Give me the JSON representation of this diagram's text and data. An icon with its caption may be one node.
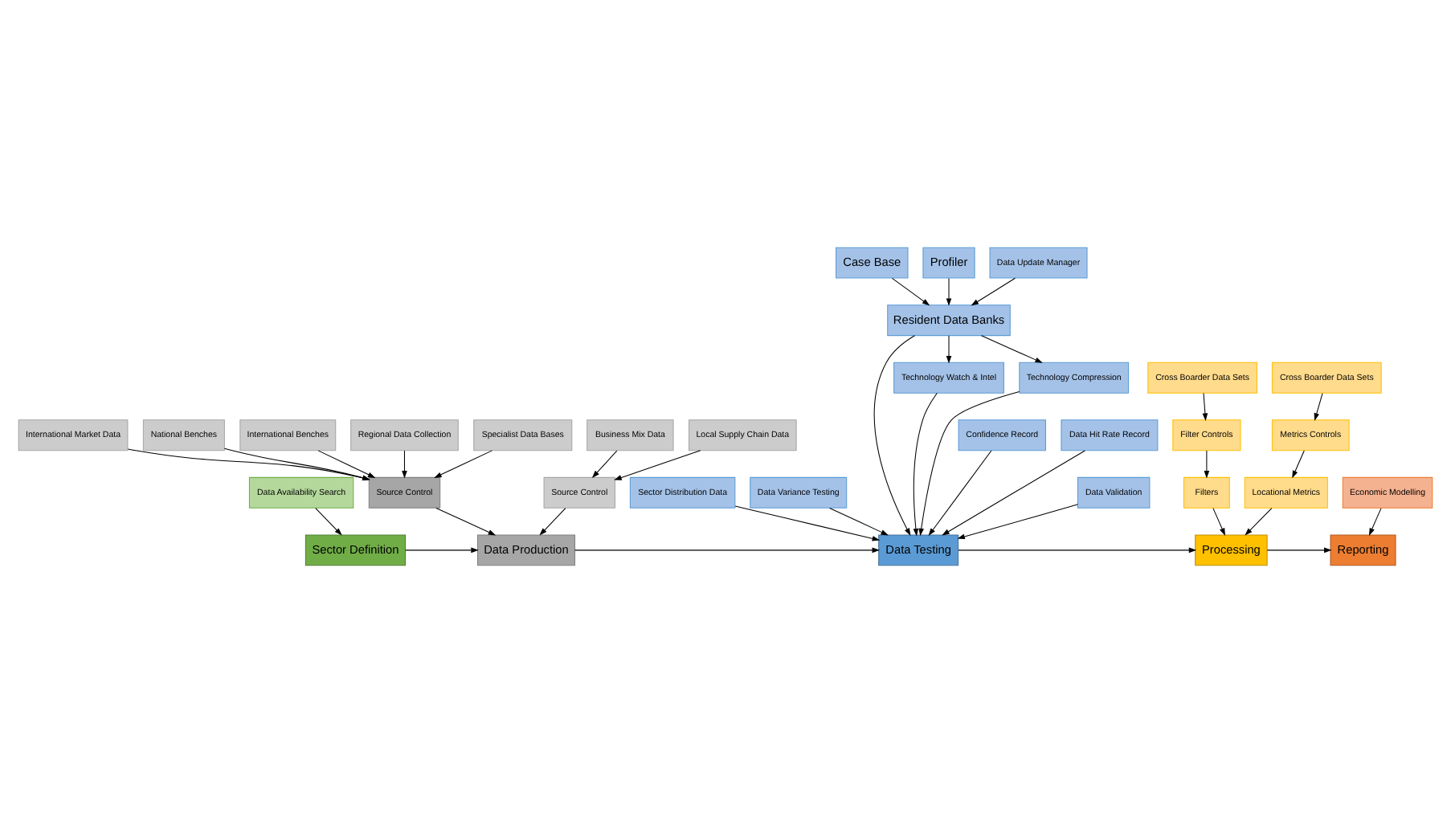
{
  "diagram": {
    "nodes": [
      {
        "text": [
          "Case Base"
        ]
      },
      {
        "text": [
          "Profiler"
        ]
      },
      {
        "text": [
          "Data Update Manager"
        ]
      },
      {
        "text": [
          "Resident Data Banks"
        ]
      },
      {
        "text": [
          "Regional Data Collection"
        ]
      },
      {
        "text": [
          "Specialist Data Bases"
        ]
      },
      {
        "text": [
          "International Market Data"
        ]
      },
      {
        "text": [
          "National Benches"
        ]
      },
      {
        "text": [
          "International Benches"
        ]
      },
      {
        "text": [
          "Technology Watch & Intel"
        ]
      },
      {
        "text": [
          "Technology Compression"
        ]
      },
      {
        "text": [
          "Cross Boarder Data Sets"
        ]
      },
      {
        "text": [
          "Filter Controls"
        ]
      },
      {
        "text": [
          "Source Control"
        ]
      },
      {
        "text": [
          "Confidence Record"
        ]
      },
      {
        "text": [
          "Data Hit Rate Record"
        ]
      },
      {
        "text": [
          "Filters"
        ]
      },
      {
        "text": [
          "Sector Definition"
        ]
      },
      {
        "text": [
          "Data Production"
        ]
      },
      {
        "text": [
          "Data Testing"
        ]
      },
      {
        "text": [
          "Processing"
        ]
      },
      {
        "text": [
          "Reporting"
        ]
      },
      {
        "text": [
          "Data Validation"
        ]
      },
      {
        "text": [
          "Source Control"
        ]
      },
      {
        "text": [
          "Sector Distribution Data"
        ]
      },
      {
        "text": [
          "Data Availability Search"
        ]
      },
      {
        "text": [
          "Locational Metrics"
        ]
      },
      {
        "text": [
          "Data Variance Testing"
        ]
      },
      {
        "text": [
          "Economic Modelling"
        ]
      },
      {
        "text": [
          "Local Supply Chain Data"
        ]
      },
      {
        "text": [
          "Business Mix Data"
        ]
      },
      {
        "text": [
          "Metrics Controls"
        ]
      },
      {
        "text": [
          "Cross Boarder Data Sets"
        ]
      }
    ],
    "edges": [
      {
        "from": 0,
        "to": 3,
        "arrow": "to"
      },
      {
        "from": 1,
        "to": 3,
        "arrow": "to"
      },
      {
        "from": 2,
        "to": 3,
        "arrow": "to"
      },
      {
        "from": 3,
        "to": 9,
        "arrow": "to"
      },
      {
        "from": 3,
        "to": 19,
        "arrow": "to"
      },
      {
        "from": 3,
        "to": 10,
        "arrow": "to"
      },
      {
        "from": 4,
        "to": 13,
        "arrow": "to"
      },
      {
        "from": 5,
        "to": 13,
        "arrow": "to"
      },
      {
        "from": 6,
        "to": 13,
        "arrow": "to"
      },
      {
        "from": 7,
        "to": 13,
        "arrow": "to"
      },
      {
        "from": 8,
        "to": 13,
        "arrow": "to"
      },
      {
        "from": 11,
        "to": 12,
        "arrow": "to"
      },
      {
        "from": 12,
        "to": 16,
        "arrow": "to"
      },
      {
        "from": 13,
        "to": 18,
        "arrow": "to"
      },
      {
        "from": 9,
        "to": 19,
        "arrow": "to"
      },
      {
        "from": 10,
        "to": 19,
        "arrow": "to"
      },
      {
        "from": 14,
        "to": 19,
        "arrow": "to"
      },
      {
        "from": 15,
        "to": 19,
        "arrow": "to"
      },
      {
        "from": 16,
        "to": 20,
        "arrow": "to"
      },
      {
        "from": 17,
        "to": 18,
        "arrow": "to"
      },
      {
        "from": 18,
        "to": 19,
        "arrow": "to"
      },
      {
        "from": 19,
        "to": 20,
        "arrow": "to"
      },
      {
        "from": 20,
        "to": 21,
        "arrow": "to"
      },
      {
        "from": 22,
        "to": 19,
        "arrow": "to"
      },
      {
        "from": 23,
        "to": 18,
        "arrow": "to"
      },
      {
        "from": 24,
        "to": 19,
        "arrow": "to"
      },
      {
        "from": 25,
        "to": 17,
        "arrow": "to"
      },
      {
        "from": 26,
        "to": 20,
        "arrow": "to"
      },
      {
        "from": 27,
        "to": 19,
        "arrow": "to"
      },
      {
        "from": 28,
        "to": 21,
        "arrow": "to"
      },
      {
        "from": 29,
        "to": 23,
        "arrow": "to"
      },
      {
        "from": 30,
        "to": 23,
        "arrow": "to"
      },
      {
        "from": 31,
        "to": 26,
        "arrow": "to"
      },
      {
        "from": 32,
        "to": 31,
        "arrow": "to"
      }
    ]
  }
}
